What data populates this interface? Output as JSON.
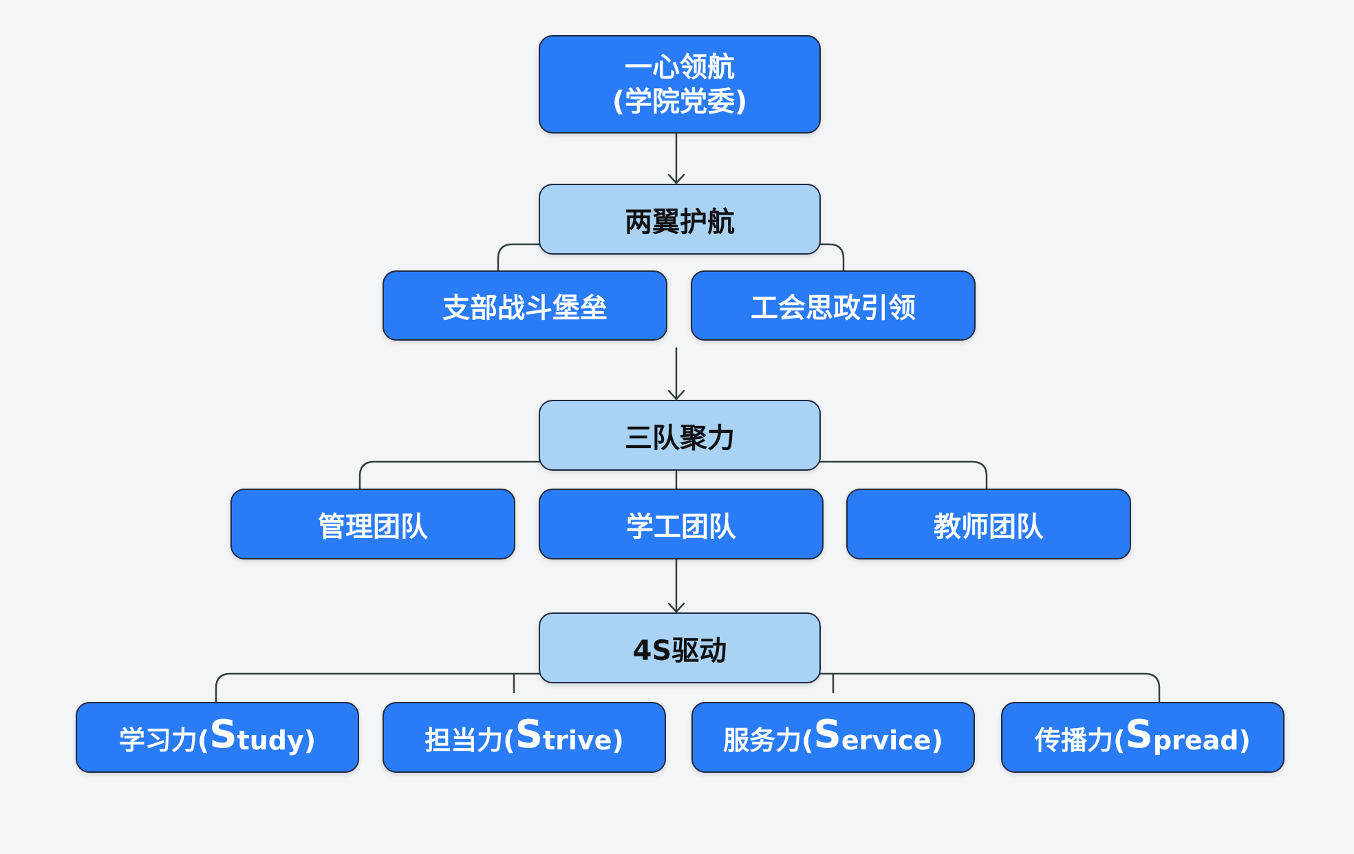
{
  "diagram": {
    "root": {
      "title": "一心领航",
      "subtitle": "(学院党委)"
    },
    "levels": [
      {
        "label": "两翼护航",
        "children": [
          "支部战斗堡垒",
          "工会思政引领"
        ]
      },
      {
        "label": "三队聚力",
        "children": [
          "管理团队",
          "学工团队",
          "教师团队"
        ]
      },
      {
        "label": "4S驱动",
        "children": [
          "学习力(Study)",
          "担当力(Strive)",
          "服务力(Service)",
          "传播力(Spread)"
        ]
      }
    ]
  },
  "colors": {
    "background": "#F4F5F7",
    "dark_box": "#2A7BF6",
    "light_box": "#A9D3F5",
    "box_border": "#1F2A40",
    "connector": "#33413F"
  }
}
